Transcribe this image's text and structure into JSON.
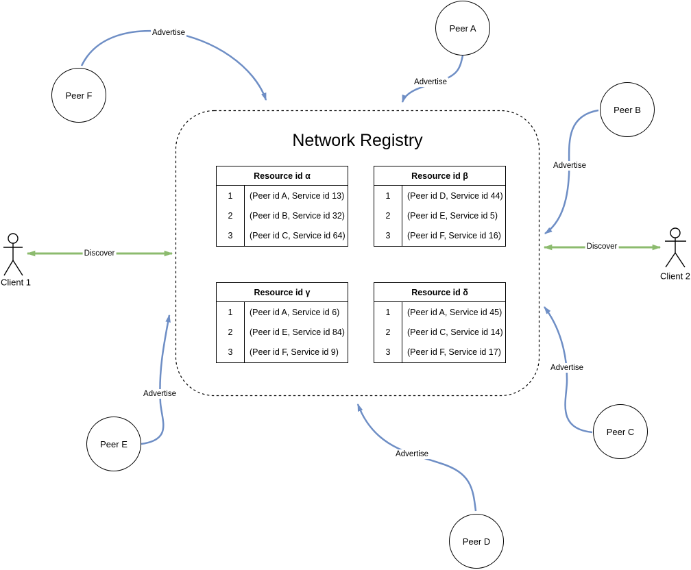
{
  "diagram": {
    "kind": "network registry peer-to-peer diagram",
    "colors": {
      "advertise_arrow": "#6e8ec5",
      "discover_arrow": "#8cbb6e",
      "outline": "#000000",
      "background": "#ffffff"
    }
  },
  "registry": {
    "title": "Network Registry",
    "tables": [
      {
        "title": "Resource id α",
        "rows": [
          [
            "1",
            "(Peer id A, Service id 13)"
          ],
          [
            "2",
            "(Peer id B, Service id 32)"
          ],
          [
            "3",
            "(Peer id C, Service id 64)"
          ]
        ]
      },
      {
        "title": "Resource id β",
        "rows": [
          [
            "1",
            "(Peer id D, Service id 44)"
          ],
          [
            "2",
            "(Peer id E, Service id 5)"
          ],
          [
            "3",
            "(Peer id F, Service id 16)"
          ]
        ]
      },
      {
        "title": "Resource id γ",
        "rows": [
          [
            "1",
            "(Peer id A, Service id 6)"
          ],
          [
            "2",
            "(Peer id E, Service id 84)"
          ],
          [
            "3",
            "(Peer id F, Service id 9)"
          ]
        ]
      },
      {
        "title": "Resource id δ",
        "rows": [
          [
            "1",
            "(Peer id A, Service id 45)"
          ],
          [
            "2",
            "(Peer id C, Service id 14)"
          ],
          [
            "3",
            "(Peer id F, Service id 17)"
          ]
        ]
      }
    ]
  },
  "peers": [
    {
      "label": "Peer A"
    },
    {
      "label": "Peer B"
    },
    {
      "label": "Peer C"
    },
    {
      "label": "Peer D"
    },
    {
      "label": "Peer E"
    },
    {
      "label": "Peer F"
    }
  ],
  "clients": [
    {
      "label": "Client 1"
    },
    {
      "label": "Client 2"
    }
  ],
  "edge_labels": {
    "advertise": "Advertise",
    "discover": "Discover"
  }
}
